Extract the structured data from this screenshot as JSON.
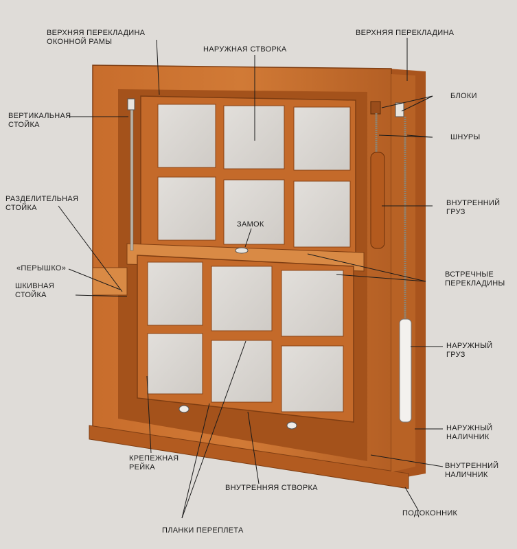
{
  "labels": {
    "outer_frame_top_rail": [
      "ВЕРХНЯЯ ПЕРЕКЛАДИНА",
      "ОКОННОЙ РАМЫ"
    ],
    "outer_sash": [
      "НАРУЖНАЯ СТВОРКА"
    ],
    "top_rail": [
      "ВЕРХНЯЯ ПЕРЕКЛАДИНА"
    ],
    "vertical_stile": [
      "ВЕРТИКАЛЬНАЯ",
      "СТОЙКА"
    ],
    "pulleys": [
      "БЛОКИ"
    ],
    "cords": [
      "ШНУРЫ"
    ],
    "parting_stile": [
      "РАЗДЕЛИТЕЛЬНАЯ",
      "СТОЙКА"
    ],
    "inner_weight": [
      "ВНУТРЕННИЙ",
      "ГРУЗ"
    ],
    "lock": [
      "ЗАМОК"
    ],
    "feather": [
      "«ПЕРЫШКО»"
    ],
    "pulley_stile": [
      "ШКИВНАЯ",
      "СТОЙКА"
    ],
    "meeting_rails": [
      "ВСТРЕЧНЫЕ",
      "ПЕРЕКЛАДИНЫ"
    ],
    "outer_weight": [
      "НАРУЖНЫЙ",
      "ГРУЗ"
    ],
    "fixing_strip": [
      "КРЕПЕЖНАЯ",
      "РЕЙКА"
    ],
    "outer_trim": [
      "НАРУЖНЫЙ",
      "НАЛИЧНИК"
    ],
    "inner_trim": [
      "ВНУТРЕННИЙ",
      "НАЛИЧНИК"
    ],
    "inner_sash": [
      "ВНУТРЕННЯЯ СТВОРКА"
    ],
    "sill": [
      "ПОДОКОННИК"
    ],
    "glazing_bars": [
      "ПЛАНКИ ПЕРЕПЛЕТА"
    ]
  },
  "colors": {
    "background": "#dfdcd8",
    "wood": "#c46a2a",
    "wood_dark": "#9a4d1b",
    "wood_light": "#d98a45",
    "glass": "#d9d6d2",
    "leader": "#1a1a1a"
  }
}
